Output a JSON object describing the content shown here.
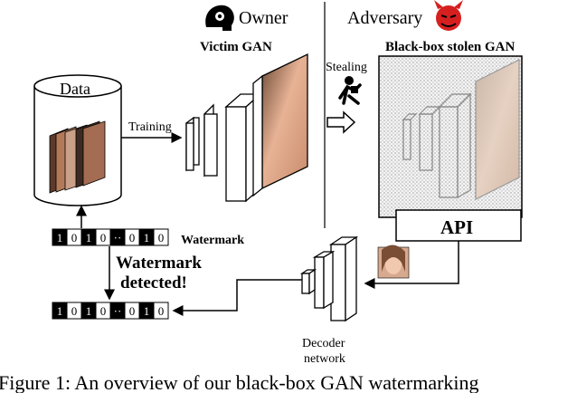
{
  "header": {
    "owner_label": "Owner",
    "adversary_label": "Adversary"
  },
  "victim": {
    "title": "Victim GAN",
    "data_label": "Data",
    "training_label": "Training"
  },
  "stolen": {
    "title": "Black-box stolen GAN",
    "stealing_label": "Stealing",
    "api_label": "API"
  },
  "watermark": {
    "label": "Watermark",
    "bits_top": [
      "1",
      "0",
      "1",
      "0",
      "··",
      "0",
      "1",
      "0"
    ],
    "bits_bottom": [
      "1",
      "0",
      "1",
      "0",
      "··",
      "0",
      "1",
      "0"
    ],
    "detected_line1": "Watermark",
    "detected_line2": "detected!"
  },
  "decoder": {
    "line1": "Decoder",
    "line2": "network"
  },
  "caption": "Figure 1: An overview of our black-box GAN watermarking",
  "icons": [
    "owner-head-icon",
    "adversary-devil-icon",
    "thief-icon",
    "face-thumbnail-icon"
  ]
}
